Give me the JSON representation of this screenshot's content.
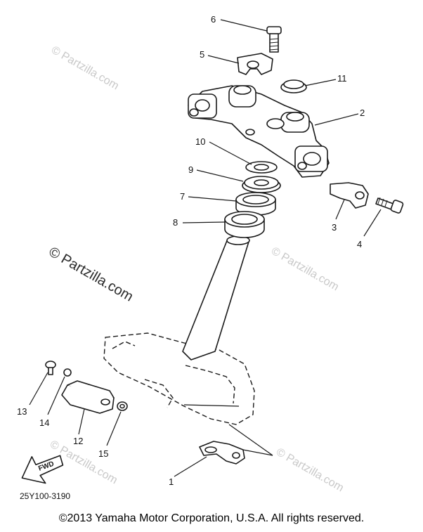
{
  "watermarks": {
    "small": "© Partzilla.com",
    "main": "© Partzilla.com"
  },
  "callouts": [
    "1",
    "2",
    "3",
    "4",
    "5",
    "6",
    "7",
    "8",
    "9",
    "10",
    "11",
    "12",
    "13",
    "14",
    "15"
  ],
  "diagram_code": "25Y100-3190",
  "fwd_label": "FWD",
  "copyright": "©2013  Yamaha Motor Corporation, U.S.A. All rights reserved.",
  "colors": {
    "line": "#1a1a1a",
    "watermark": "#c9c9c9",
    "background": "#ffffff"
  }
}
